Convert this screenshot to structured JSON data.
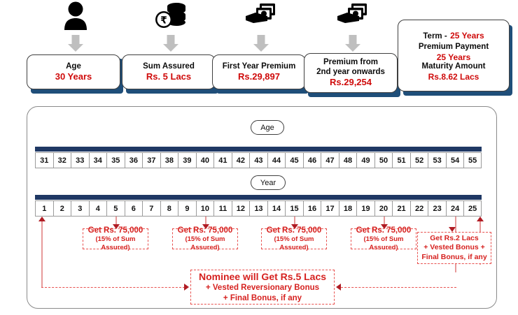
{
  "top_cards": [
    {
      "icon": "person-icon",
      "title": "Age",
      "value": "30 Years"
    },
    {
      "icon": "rupee-coins-icon",
      "title": "Sum Assured",
      "value": "Rs. 5 Lacs"
    },
    {
      "icon": "hand-cash-icon",
      "title": "First Year Premium",
      "value": "Rs.29,897"
    },
    {
      "icon": "hand-cash-icon",
      "title_line1": "Premium from",
      "title_line2": "2nd year onwards",
      "value": "Rs.29,254"
    }
  ],
  "summary_card": {
    "term_label": "Term  -",
    "term_value": "25 Years",
    "premium_payment_label": "Premium Payment",
    "premium_payment_value": "25 Years",
    "maturity_label": "Maturity Amount",
    "maturity_value": "Rs.8.62 Lacs"
  },
  "timeline": {
    "age_pill": "Age",
    "year_pill": "Year",
    "ages": [
      "31",
      "32",
      "33",
      "34",
      "35",
      "36",
      "37",
      "38",
      "39",
      "40",
      "41",
      "42",
      "43",
      "44",
      "45",
      "46",
      "47",
      "48",
      "49",
      "50",
      "51",
      "52",
      "53",
      "54",
      "55"
    ],
    "years": [
      "1",
      "2",
      "3",
      "4",
      "5",
      "6",
      "7",
      "8",
      "9",
      "10",
      "11",
      "12",
      "13",
      "14",
      "15",
      "16",
      "17",
      "18",
      "19",
      "20",
      "21",
      "22",
      "23",
      "24",
      "25"
    ]
  },
  "payouts": [
    {
      "at_year": "5",
      "line1": "Get Rs. 75,000",
      "line2": "(15% of Sum Assured)"
    },
    {
      "at_year": "10",
      "line1": "Get Rs. 75,000",
      "line2": "(15% of Sum Assured)"
    },
    {
      "at_year": "15",
      "line1": "Get Rs. 75,000",
      "line2": "(15% of Sum Assured)"
    },
    {
      "at_year": "20",
      "line1": "Get Rs. 75,000",
      "line2": "(15% of Sum Assured)"
    }
  ],
  "maturity_payout": {
    "line1": "Get Rs.2 Lacs",
    "line2": "+ Vested Bonus +",
    "line3": "Final Bonus, if any"
  },
  "death_benefit": {
    "line1": "Nominee will Get Rs.5 Lacs",
    "line2": "+ Vested Reversionary Bonus",
    "line3": "+ Final Bonus, if any"
  },
  "colors": {
    "red": "#d6211f",
    "navy": "#1f3864",
    "shadow_blue": "#1f4e79",
    "gray_arrow": "#bfbfbf",
    "pink_line": "#e79a9a"
  }
}
